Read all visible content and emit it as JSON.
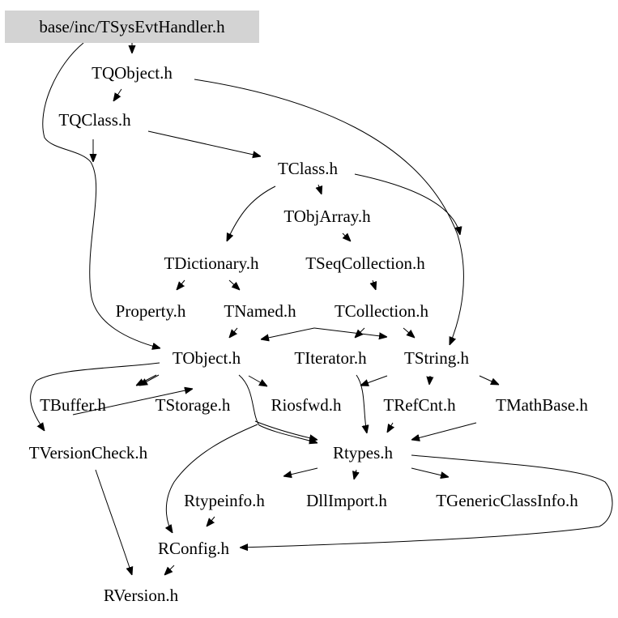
{
  "graph": {
    "title": "base/inc/TSysEvtHandler.h",
    "root_fill": "#d3d3d3",
    "nodes": [
      {
        "id": "root",
        "label": "base/inc/TSysEvtHandler.h",
        "root": true
      },
      {
        "id": "TQObject",
        "label": "TQObject.h"
      },
      {
        "id": "TQClass",
        "label": "TQClass.h"
      },
      {
        "id": "TClass",
        "label": "TClass.h"
      },
      {
        "id": "TObjArray",
        "label": "TObjArray.h"
      },
      {
        "id": "TDictionary",
        "label": "TDictionary.h"
      },
      {
        "id": "TSeqCollection",
        "label": "TSeqCollection.h"
      },
      {
        "id": "Property",
        "label": "Property.h"
      },
      {
        "id": "TNamed",
        "label": "TNamed.h"
      },
      {
        "id": "TCollection",
        "label": "TCollection.h"
      },
      {
        "id": "TObject",
        "label": "TObject.h"
      },
      {
        "id": "TIterator",
        "label": "TIterator.h"
      },
      {
        "id": "TString",
        "label": "TString.h"
      },
      {
        "id": "TBuffer",
        "label": "TBuffer.h"
      },
      {
        "id": "TStorage",
        "label": "TStorage.h"
      },
      {
        "id": "Riosfwd",
        "label": "Riosfwd.h"
      },
      {
        "id": "TRefCnt",
        "label": "TRefCnt.h"
      },
      {
        "id": "TMathBase",
        "label": "TMathBase.h"
      },
      {
        "id": "TVersionCheck",
        "label": "TVersionCheck.h"
      },
      {
        "id": "Rtypes",
        "label": "Rtypes.h"
      },
      {
        "id": "Rtypeinfo",
        "label": "Rtypeinfo.h"
      },
      {
        "id": "DllImport",
        "label": "DllImport.h"
      },
      {
        "id": "TGenericClassInfo",
        "label": "TGenericClassInfo.h"
      },
      {
        "id": "RConfig",
        "label": "RConfig.h"
      },
      {
        "id": "RVersion",
        "label": "RVersion.h"
      }
    ],
    "edges": [
      {
        "from": "root",
        "to": "TQObject"
      },
      {
        "from": "root",
        "to": "TObject"
      },
      {
        "from": "TQObject",
        "to": "TQClass"
      },
      {
        "from": "TQObject",
        "to": "TString"
      },
      {
        "from": "TQClass",
        "to": "TClass"
      },
      {
        "from": "TQClass",
        "to": "TObject"
      },
      {
        "from": "TClass",
        "to": "TObjArray"
      },
      {
        "from": "TClass",
        "to": "TDictionary"
      },
      {
        "from": "TClass",
        "to": "TString"
      },
      {
        "from": "TObjArray",
        "to": "TSeqCollection"
      },
      {
        "from": "TDictionary",
        "to": "Property"
      },
      {
        "from": "TDictionary",
        "to": "TNamed"
      },
      {
        "from": "TSeqCollection",
        "to": "TCollection"
      },
      {
        "from": "TNamed",
        "to": "TObject"
      },
      {
        "from": "TNamed",
        "to": "TString"
      },
      {
        "from": "TCollection",
        "to": "TObject"
      },
      {
        "from": "TCollection",
        "to": "TIterator"
      },
      {
        "from": "TCollection",
        "to": "TString"
      },
      {
        "from": "TObject",
        "to": "TBuffer"
      },
      {
        "from": "TObject",
        "to": "TStorage"
      },
      {
        "from": "TObject",
        "to": "Riosfwd"
      },
      {
        "from": "TObject",
        "to": "Rtypes"
      },
      {
        "from": "TObject",
        "to": "TVersionCheck"
      },
      {
        "from": "TIterator",
        "to": "Rtypes"
      },
      {
        "from": "TString",
        "to": "Riosfwd"
      },
      {
        "from": "TString",
        "to": "TRefCnt"
      },
      {
        "from": "TString",
        "to": "TMathBase"
      },
      {
        "from": "TStorage",
        "to": "Rtypes"
      },
      {
        "from": "TBuffer",
        "to": "TStorage"
      },
      {
        "from": "Riosfwd",
        "to": "RConfig"
      },
      {
        "from": "TRefCnt",
        "to": "Rtypes"
      },
      {
        "from": "TMathBase",
        "to": "Rtypes"
      },
      {
        "from": "Rtypes",
        "to": "Rtypeinfo"
      },
      {
        "from": "Rtypes",
        "to": "DllImport"
      },
      {
        "from": "Rtypes",
        "to": "TGenericClassInfo"
      },
      {
        "from": "Rtypes",
        "to": "RConfig"
      },
      {
        "from": "Rtypeinfo",
        "to": "RConfig"
      },
      {
        "from": "TVersionCheck",
        "to": "RVersion"
      },
      {
        "from": "RConfig",
        "to": "RVersion"
      }
    ]
  }
}
